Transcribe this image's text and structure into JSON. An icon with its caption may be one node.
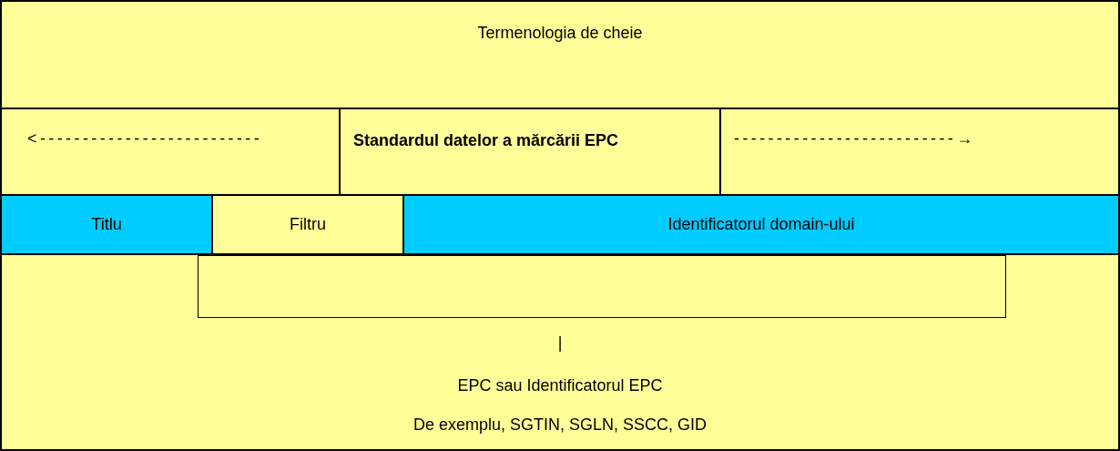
{
  "diagram": {
    "nodes": [
      {
        "text": [
          "Termenologia de cheie"
        ]
      },
      {
        "text": [
          "<--------------------------"
        ]
      },
      {
        "text": [
          "Standardul datelor a mărcării EPC"
        ]
      },
      {
        "text": [
          "--------------------------→"
        ]
      },
      {
        "text": [
          "Titlu"
        ]
      },
      {
        "text": [
          "Filtru"
        ]
      },
      {
        "text": [
          "Identificatorul domain-ului"
        ]
      },
      {
        "text": [
          "|",
          "EPC sau Identificatorul EPC",
          "De exemplu, SGTIN, SGLN, SSCC, GID"
        ]
      },
      {
        "text": [],
        "shape": "box",
        "in": 7
      }
    ]
  }
}
